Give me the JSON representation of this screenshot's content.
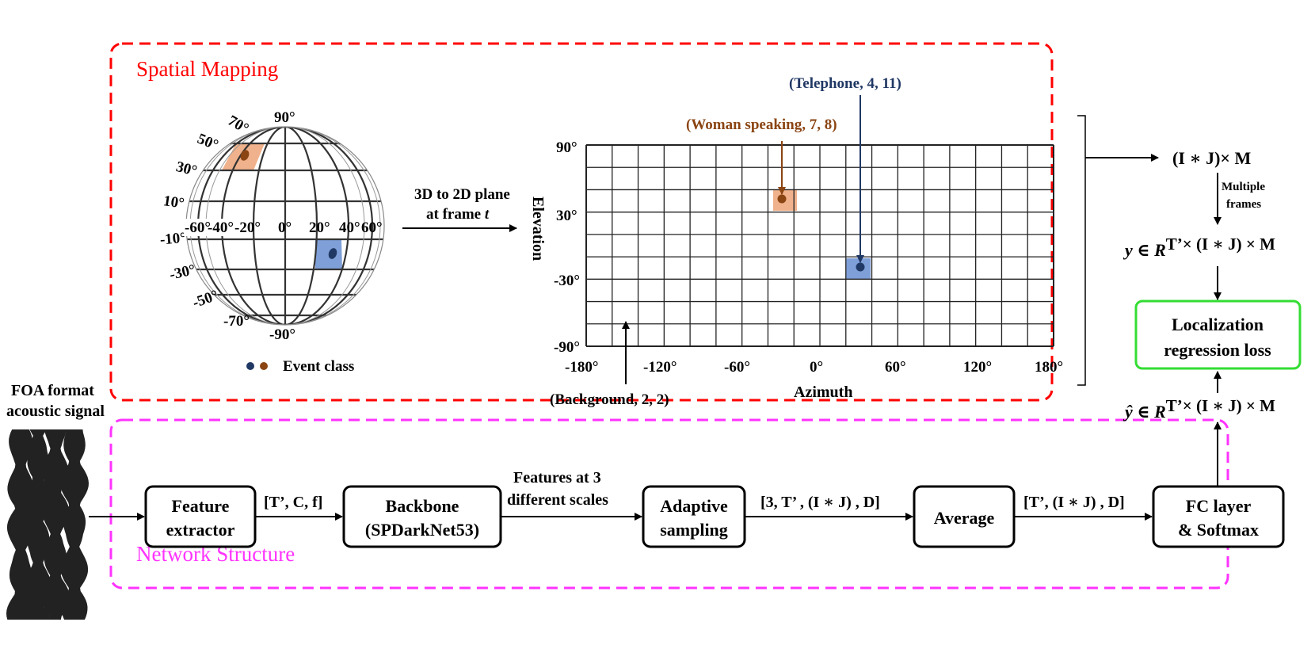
{
  "regions": {
    "spatial_mapping": {
      "title": "Spatial Mapping",
      "color": "#ff0000"
    },
    "network_structure": {
      "title": "Network Structure",
      "color": "#ff33ff"
    }
  },
  "input": {
    "line1": "FOA format",
    "line2": "acoustic signal"
  },
  "sphere": {
    "lat_labels": [
      "90°",
      "70°",
      "50°",
      "30°",
      "10°",
      "-10°",
      "-30°",
      "-50°",
      "-70°",
      "-90°"
    ],
    "lon_labels": [
      "-60°",
      "-40°",
      "-20°",
      "0°",
      "20°",
      "40°",
      "60°"
    ],
    "legend_text": "Event class",
    "colors": {
      "blue_cell": "#7f9fd8",
      "orange_cell": "#f0b28c",
      "dot_blue": "#203864",
      "dot_orange": "#8b4513"
    }
  },
  "transform": {
    "line1": "3D to 2D plane",
    "line2_prefix": "at frame ",
    "line2_var": "t"
  },
  "grid": {
    "ylabel": "Elevation",
    "xlabel": "Azimuth",
    "y_ticks": [
      "90°",
      "30°",
      "-30°",
      "-90°"
    ],
    "x_ticks": [
      "-180°",
      "-120°",
      "-60°",
      "0°",
      "60°",
      "120°",
      "180°"
    ],
    "cols": 18,
    "rows": 9,
    "annotations": {
      "telephone": "(Telephone, 4, 11)",
      "woman": "(Woman speaking, 7, 8)",
      "background": "(Background, 2, 2)"
    },
    "colors": {
      "telephone": "#203864",
      "woman": "#8b4513"
    }
  },
  "right_column": {
    "output_dim": "(I ∗ J)× M",
    "multiple_frames_1": "Multiple",
    "multiple_frames_2": "frames",
    "y_var": "y",
    "y_in": " ∈ ",
    "y_R": "R",
    "y_sup": "T’× (I ∗ J) × M",
    "loss_line1": "Localization",
    "loss_line2": "regression loss",
    "loss_color": "#33dd33",
    "yhat_var": "ŷ",
    "yhat_in": " ∈ ",
    "yhat_R": "R",
    "yhat_sup": "T’× (I ∗ J) × M"
  },
  "network": {
    "feature_extractor": {
      "line1": "Feature",
      "line2": "extractor"
    },
    "edge1": "[T’, C, f]",
    "backbone": {
      "line1": "Backbone",
      "line2": "(SPDarkNet53)"
    },
    "edge2_line1": "Features at 3",
    "edge2_line2": "different scales",
    "adaptive": {
      "line1": "Adaptive",
      "line2": "sampling"
    },
    "edge3": "[3, T’ , (I ∗ J) , D]",
    "average": "Average",
    "edge4": "[T’, (I ∗ J) , D]",
    "fc": {
      "line1": "FC layer",
      "line2": "& Softmax"
    }
  }
}
